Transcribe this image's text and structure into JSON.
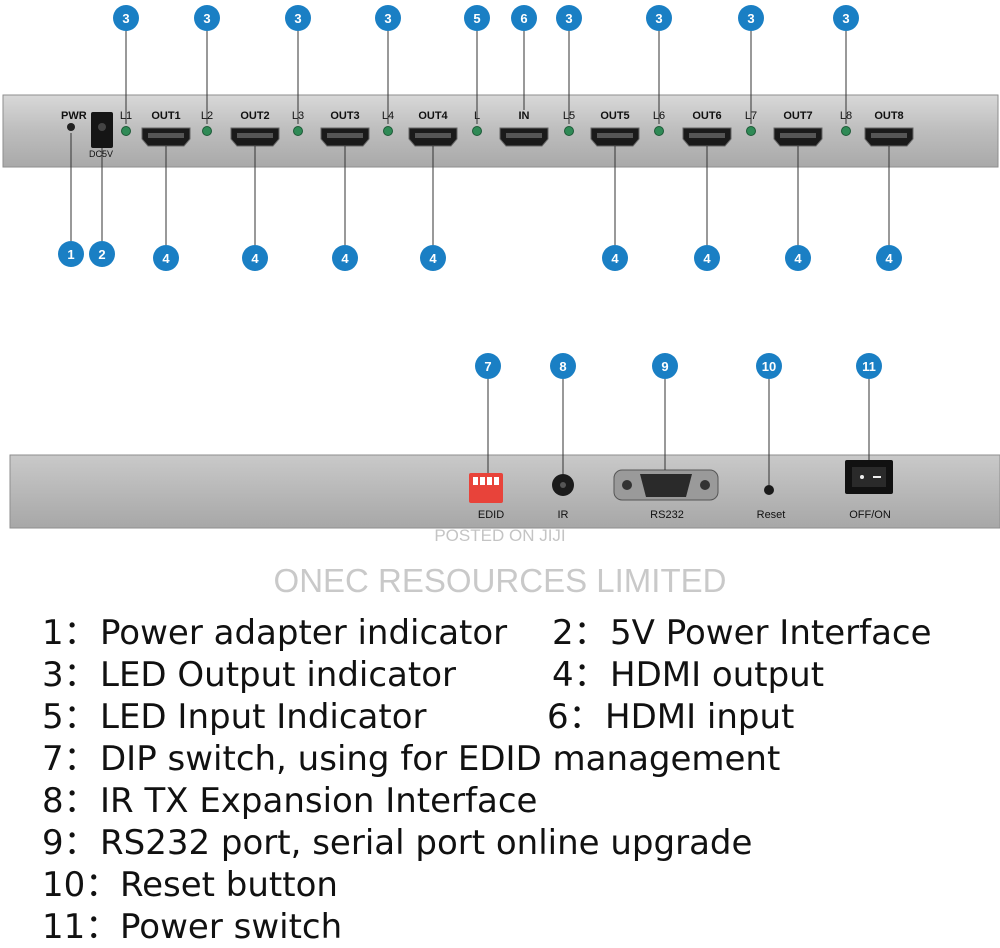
{
  "front_panel": {
    "pwr_label": "PWR",
    "dc_label": "DC5V",
    "ports": [
      {
        "led": "L1",
        "port": "OUT1"
      },
      {
        "led": "L2",
        "port": "OUT2"
      },
      {
        "led": "L3",
        "port": "OUT3"
      },
      {
        "led": "L4",
        "port": "OUT4"
      },
      {
        "led": "L",
        "port": "IN"
      },
      {
        "led": "L5",
        "port": "OUT5"
      },
      {
        "led": "L6",
        "port": "OUT6"
      },
      {
        "led": "L7",
        "port": "OUT7"
      },
      {
        "led": "L8",
        "port": "OUT8"
      }
    ],
    "top_callouts": [
      "3",
      "3",
      "3",
      "3",
      "5",
      "6",
      "3",
      "3",
      "3",
      "3"
    ],
    "bottom_callouts": [
      "1",
      "2",
      "4",
      "4",
      "4",
      "4",
      "4",
      "4",
      "4",
      "4"
    ]
  },
  "rear_panel": {
    "labels": [
      "EDID",
      "IR",
      "RS232",
      "Reset",
      "OFF/ON"
    ],
    "callouts": [
      "7",
      "8",
      "9",
      "10",
      "11"
    ]
  },
  "watermark": {
    "posted": "POSTED ON JIJI",
    "company": "ONEC RESOURCES LIMITED"
  },
  "legend": [
    {
      "num": "1：",
      "text": "Power adapter indicator",
      "num2": "2：",
      "text2": "5V Power Interface"
    },
    {
      "num": "3：",
      "text": "LED Output indicator",
      "num2": "4：",
      "text2": "HDMI output"
    },
    {
      "num": "5：",
      "text": "LED Input Indicator",
      "num2": "6：",
      "text2": "HDMI input"
    },
    {
      "num": "7：",
      "text": "DIP switch,  using for EDID management"
    },
    {
      "num": "8：",
      "text": "IR TX Expansion Interface"
    },
    {
      "num": "9：",
      "text": "RS232 port,  serial port online upgrade"
    },
    {
      "num": "10：",
      "text": "Reset button"
    },
    {
      "num": "11：",
      "text": "Power switch"
    }
  ],
  "colors": {
    "badge": "#1a7fc4",
    "panel": "#bdbdbd",
    "led": "#2f8a56"
  }
}
